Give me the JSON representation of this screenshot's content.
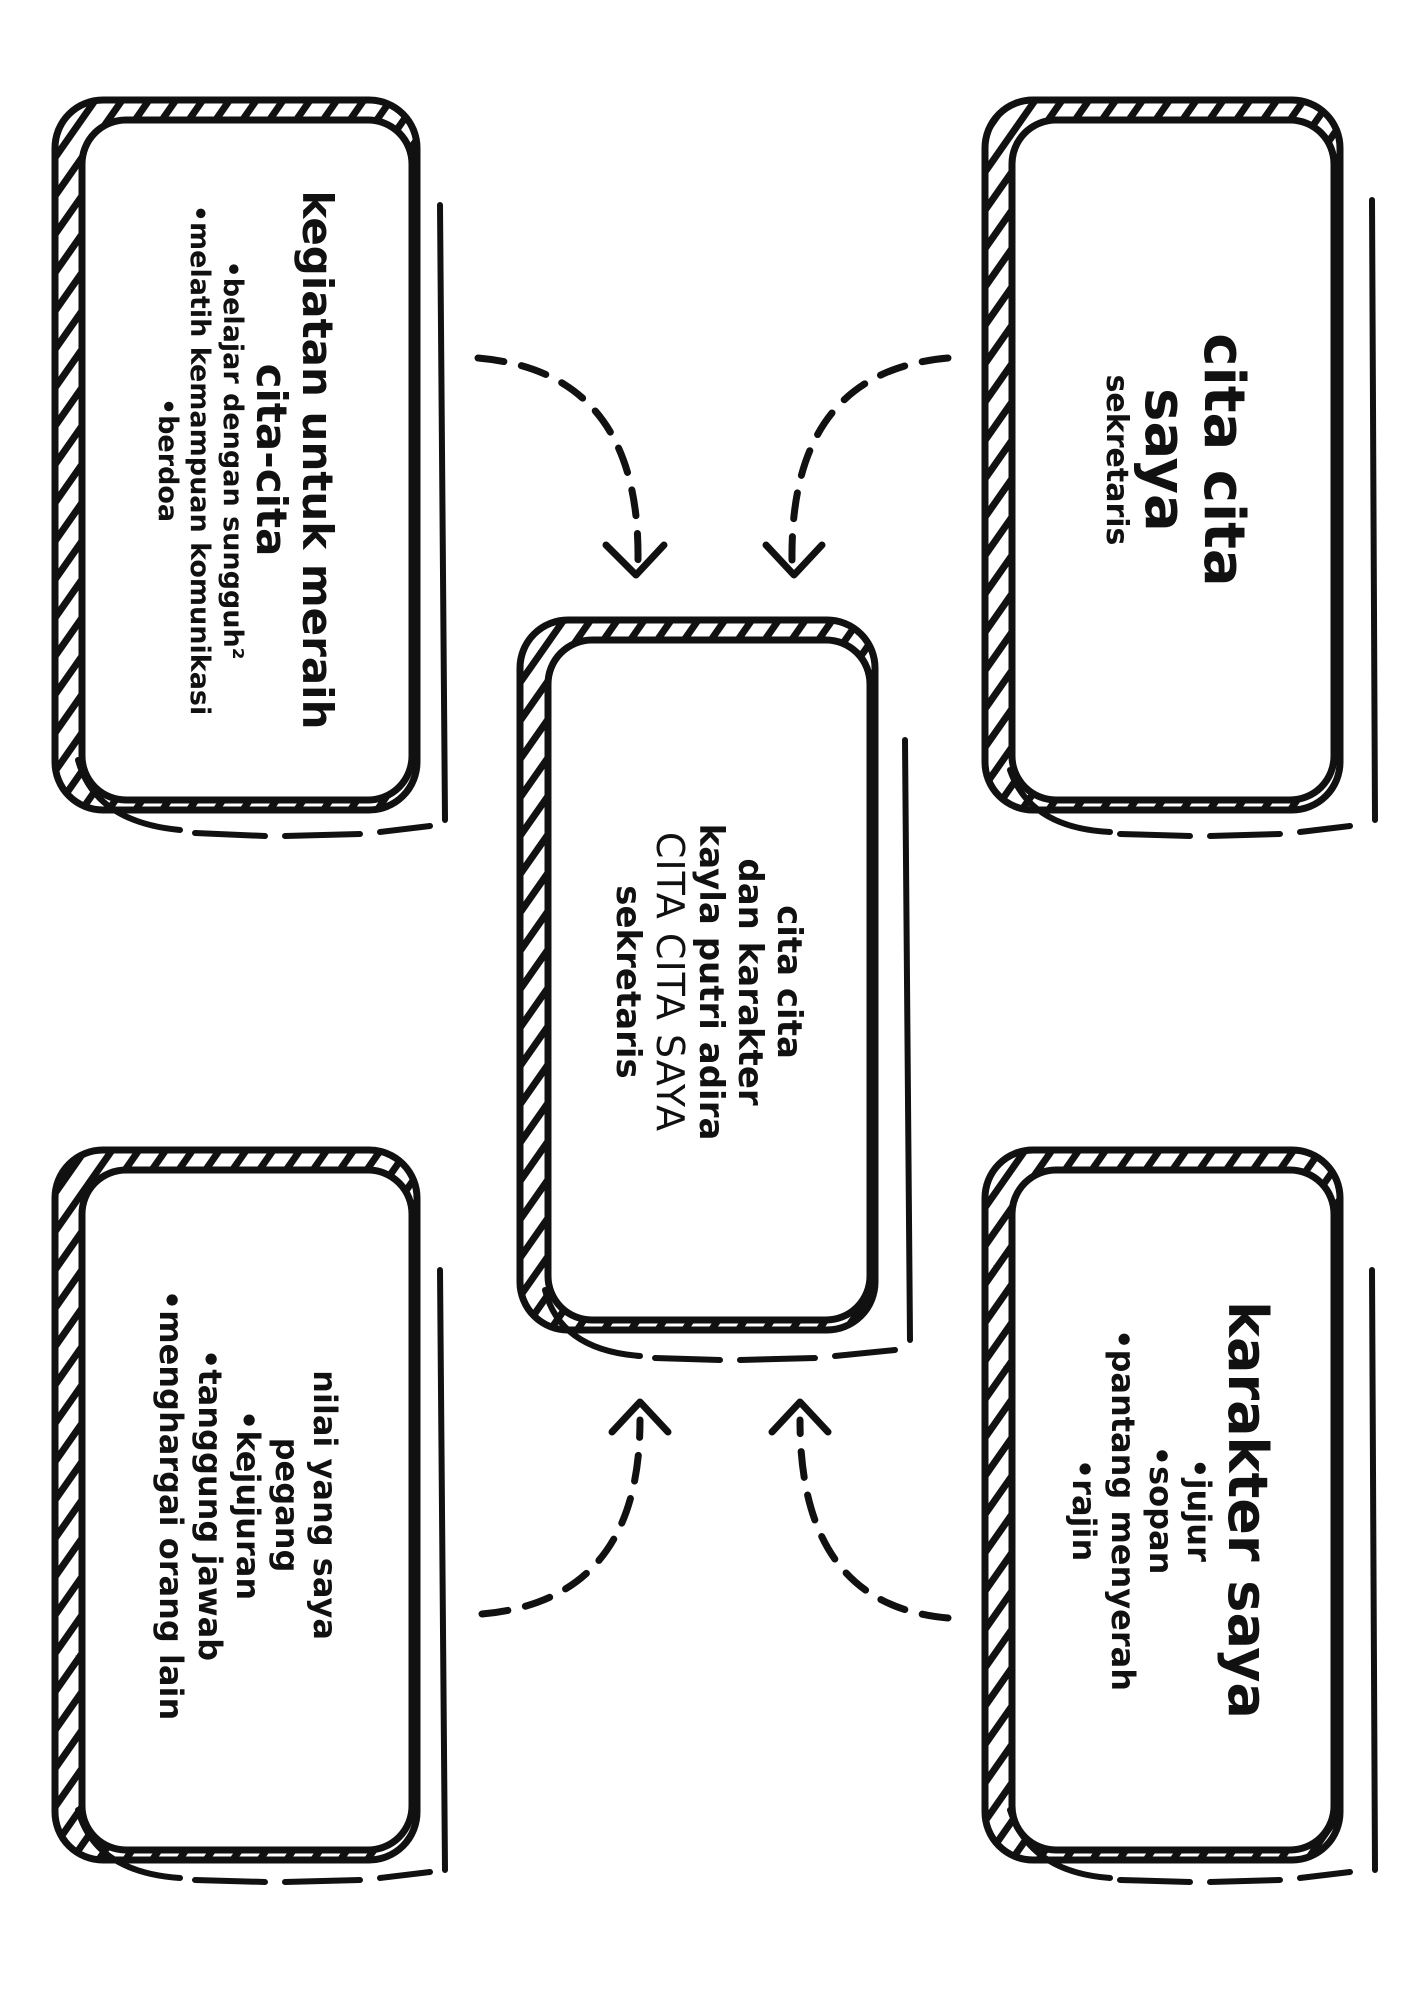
{
  "center": {
    "lines": [
      "cita cita",
      "dan karakter",
      "kayla putri adira"
    ],
    "subtitle": "CITA CITA SAYA",
    "job": "sekretaris"
  },
  "cita_cita": {
    "title_lines": [
      "cita cita",
      "saya"
    ],
    "value": "sekretaris"
  },
  "kegiatan": {
    "title_lines": [
      "kegiatan untuk meraih",
      "cita-cita"
    ],
    "items": [
      "•belajar dengan sungguh²",
      "•melatih kemampuan komunikasi",
      "•berdoa"
    ]
  },
  "karakter": {
    "title": "karakter saya",
    "items": [
      "•jujur",
      "•sopan",
      "•pantang menyerah",
      "•rajin"
    ]
  },
  "nilai": {
    "title_lines": [
      "nilai yang saya",
      "pegang"
    ],
    "items": [
      "•kejujuran",
      "•tanggung jawab",
      "•menghargai orang lain"
    ]
  },
  "colors": {
    "ink": "#111111",
    "paper": "#ffffff"
  }
}
